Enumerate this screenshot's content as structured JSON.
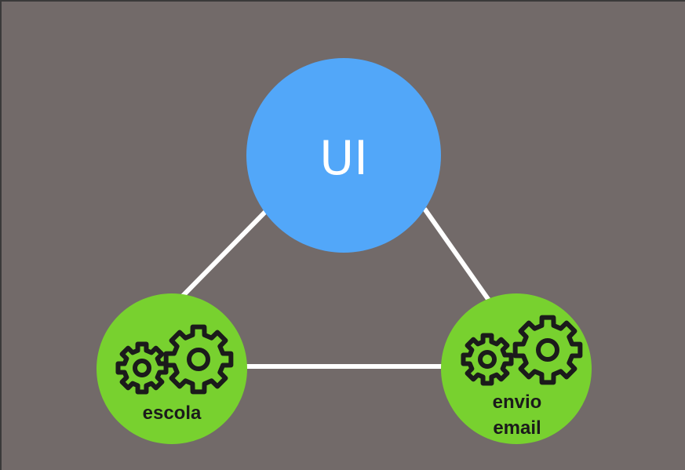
{
  "colors": {
    "background": "#726a69",
    "ui_node": "#52a7f9",
    "service_node": "#78d12f",
    "connector": "#ffffff",
    "gear_stroke": "#1b1b1b"
  },
  "nodes": {
    "ui": {
      "label": "UI"
    },
    "escola": {
      "label": "escola",
      "icon": "gears-icon"
    },
    "envio": {
      "label_line1": "envio",
      "label_line2": "email",
      "icon": "gears-icon"
    }
  }
}
